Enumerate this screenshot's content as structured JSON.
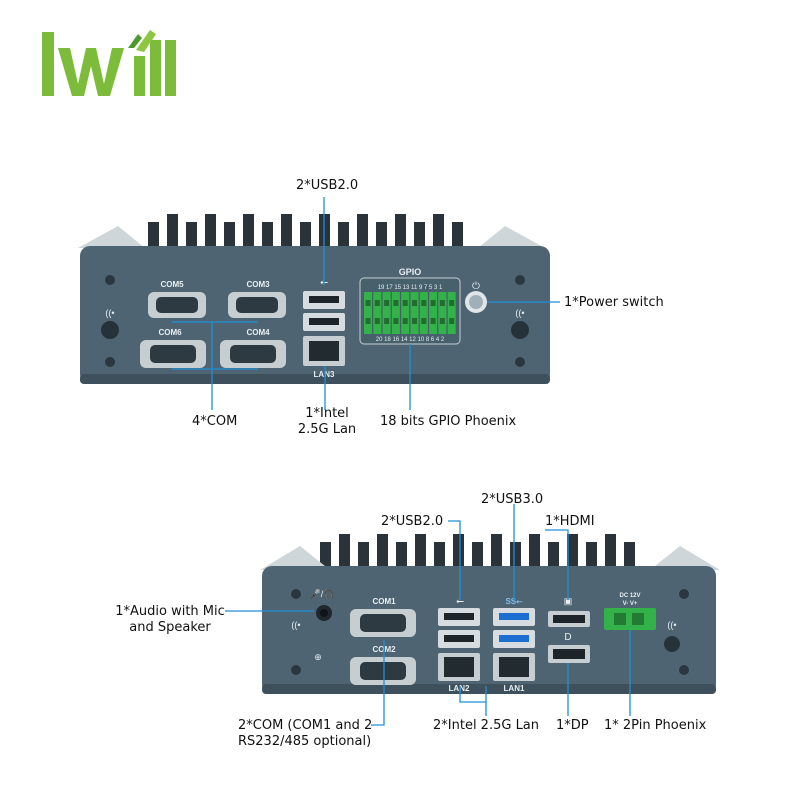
{
  "brand": {
    "logo_text": "Iwill",
    "color_light": "#8dc63f",
    "color_dark": "#4a9a2c"
  },
  "top_panel": {
    "port_labels": {
      "com5": "COM5",
      "com3": "COM3",
      "com6": "COM6",
      "com4": "COM4",
      "gpio": "GPIO",
      "lan3": "LAN3",
      "gpio_top_pins": "19 17 15 13 11 9 7 5 3 1",
      "gpio_bottom_pins": "20 18 16 14 12 10 8 6 4 2"
    },
    "callouts": {
      "usb": "2*USB2.0",
      "power": "1*Power switch",
      "com": "4*COM",
      "lan_line1": "1*Intel",
      "lan_line2": "2.5G Lan",
      "gpio": "18 bits GPIO Phoenix"
    }
  },
  "bottom_panel": {
    "port_labels": {
      "com1": "COM1",
      "com2": "COM2",
      "lan2": "LAN2",
      "lan1": "LAN1",
      "dc": "DC 12V",
      "dc_pins": "V-  V+"
    },
    "callouts": {
      "usb3": "2*USB3.0",
      "usb2": "2*USB2.0",
      "hdmi": "1*HDMI",
      "audio_line1": "1*Audio with Mic",
      "audio_line2": "and Speaker",
      "com_line1": "2*COM (COM1 and 2",
      "com_line2": "RS232/485 optional)",
      "lan": "2*Intel 2.5G Lan",
      "dp": "1*DP",
      "phoenix": "1* 2Pin Phoenix"
    }
  },
  "colors": {
    "panel": "#4e6472",
    "panel_dark": "#3d505c",
    "fins": "#2a3339",
    "accent": "#1f8fd6",
    "gpio": "#34b24a"
  }
}
